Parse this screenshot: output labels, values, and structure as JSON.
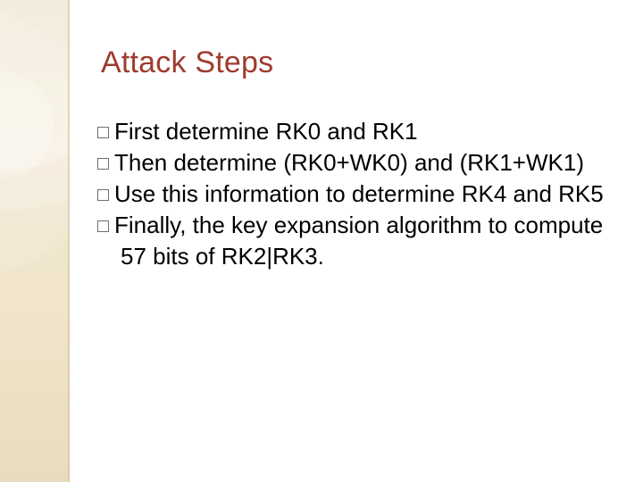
{
  "slide": {
    "title": "Attack Steps",
    "bullets": [
      "First determine RK0 and RK1",
      "Then determine (RK0+WK0) and (RK1+WK1)",
      "Use this information to determine RK4 and RK5",
      "Finally, the key expansion algorithm to compute 57 bits of RK2|RK3."
    ],
    "colors": {
      "title": "#9E3B2E",
      "band": "#F0E0C0",
      "body_text": "#000000",
      "background": "#FFFFFF"
    },
    "bullet_marker": "hollow-square-bullet"
  }
}
